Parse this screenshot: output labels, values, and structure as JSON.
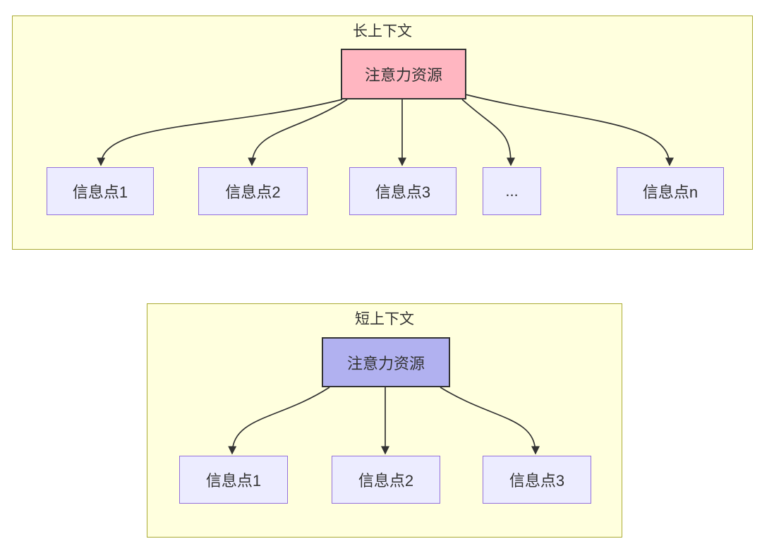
{
  "colors": {
    "page_background": "#ffffff",
    "cluster_fill": "#ffffde",
    "cluster_border": "#aaaa33",
    "info_node_fill": "#ececff",
    "info_node_border": "#9370db",
    "attention_long_fill": "#ffb6c1",
    "attention_short_fill": "#b1b1f0",
    "node_border_dark": "#333333",
    "edge_color": "#333333",
    "text_color": "#333333"
  },
  "long_context": {
    "title": "长上下文",
    "attention_label": "注意力资源",
    "info_nodes": [
      {
        "label": "信息点1"
      },
      {
        "label": "信息点2"
      },
      {
        "label": "信息点3"
      },
      {
        "label": "..."
      },
      {
        "label": "信息点n"
      }
    ]
  },
  "short_context": {
    "title": "短上下文",
    "attention_label": "注意力资源",
    "info_nodes": [
      {
        "label": "信息点1"
      },
      {
        "label": "信息点2"
      },
      {
        "label": "信息点3"
      }
    ]
  }
}
